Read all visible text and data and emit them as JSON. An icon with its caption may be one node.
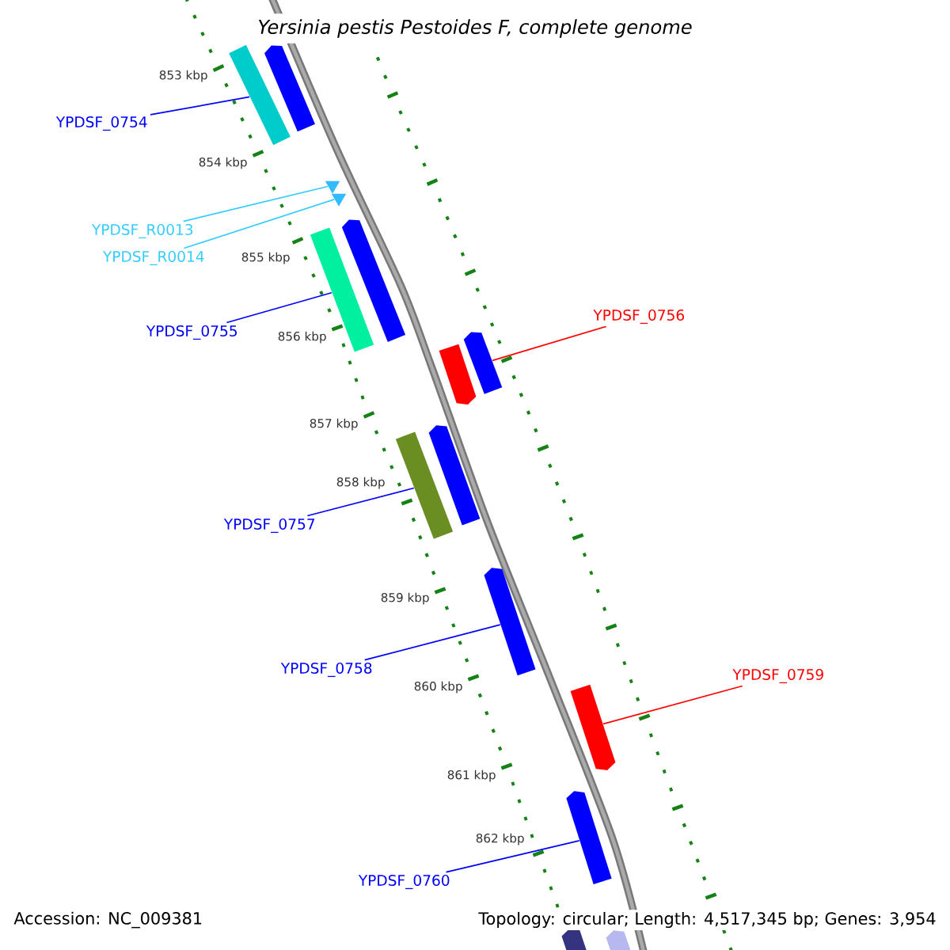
{
  "diagram": {
    "title": "Yersinia pestis Pestoides F, complete genome",
    "nodes": [
      {
        "text": [
          "YPDSF_0754"
        ]
      },
      {
        "text": [],
        "shape": "bar"
      },
      {
        "text": [],
        "shape": "bar"
      },
      {
        "text": [
          "YPDSF_R0013"
        ]
      },
      {
        "text": [
          "YPDSF_R0014"
        ]
      },
      {
        "text": [],
        "shape": "triangle"
      },
      {
        "text": [],
        "shape": "triangle"
      },
      {
        "text": [
          "YPDSF_0755"
        ]
      },
      {
        "text": [],
        "shape": "bar"
      },
      {
        "text": [],
        "shape": "bar"
      },
      {
        "text": [
          "YPDSF_0756"
        ]
      },
      {
        "text": [],
        "shape": "bar"
      },
      {
        "text": [],
        "shape": "bar"
      },
      {
        "text": [
          "YPDSF_0757"
        ]
      },
      {
        "text": [],
        "shape": "bar"
      },
      {
        "text": [],
        "shape": "bar"
      },
      {
        "text": [
          "YPDSF_0758"
        ]
      },
      {
        "text": [],
        "shape": "bar"
      },
      {
        "text": [
          "YPDSF_0759"
        ]
      },
      {
        "text": [],
        "shape": "bar"
      },
      {
        "text": [
          "YPDSF_0760"
        ]
      },
      {
        "text": [],
        "shape": "bar"
      },
      {
        "text": [],
        "shape": "bar"
      },
      {
        "text": [],
        "shape": "bar"
      }
    ],
    "edges": [
      {
        "from": 0,
        "to": 1,
        "arrow": "none"
      },
      {
        "from": 3,
        "to": 5,
        "arrow": "none",
        "color": "#33ccff"
      },
      {
        "from": 4,
        "to": 6,
        "arrow": "none",
        "color": "#33ccff"
      },
      {
        "from": 7,
        "to": 8,
        "arrow": "none"
      },
      {
        "from": 10,
        "to": 12,
        "arrow": "none",
        "color": "#ff0000"
      },
      {
        "from": 13,
        "to": 14,
        "arrow": "none"
      },
      {
        "from": 16,
        "to": 17,
        "arrow": "none"
      },
      {
        "from": 18,
        "to": 19,
        "arrow": "none",
        "color": "#ff0000"
      },
      {
        "from": 20,
        "to": 21,
        "arrow": "none"
      }
    ],
    "labels": [
      "853 kbp",
      "854 kbp",
      "855 kbp",
      "856 kbp",
      "857 kbp",
      "858 kbp",
      "859 kbp",
      "860 kbp",
      "861 kbp",
      "862 kbp",
      "Accession: NC_009381",
      "Topology: circular; Length: 4,517,345 bp; Genes: 3,954"
    ]
  }
}
